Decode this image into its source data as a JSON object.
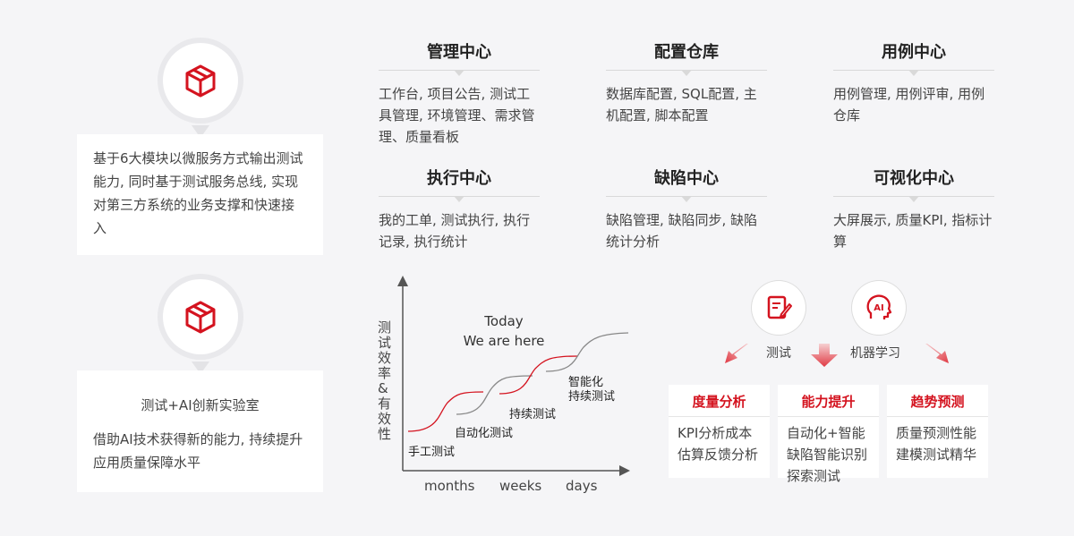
{
  "left": {
    "card1_text": "基于6大模块以微服务方式输出测试能力, 同时基于测试服务总线, 实现对第三方系统的业务支撑和快速接入",
    "card2_title": "测试+AI创新实验室",
    "card2_text": "借助AI技术获得新的能力, 持续提升应用质量保障水平",
    "icon": "cube-icon",
    "accent": "#d4131f"
  },
  "modules": [
    {
      "title": "管理中心",
      "desc": "工作台, 项目公告, 测试工具管理, 环境管理、需求管理、质量看板"
    },
    {
      "title": "配置仓库",
      "desc": "数据库配置, SQL配置, 主机配置, 脚本配置"
    },
    {
      "title": "用例中心",
      "desc": "用例管理, 用例评审, 用例仓库"
    },
    {
      "title": "执行中心",
      "desc": "我的工单, 测试执行, 执行记录, 执行统计"
    },
    {
      "title": "缺陷中心",
      "desc": "缺陷管理, 缺陷同步, 缺陷统计分析"
    },
    {
      "title": "可视化中心",
      "desc": "大屏展示, 质量KPI, 指标计算"
    }
  ],
  "chart": {
    "ylabel": "测试效率&有效性",
    "today_line1": "Today",
    "today_line2": "We are here",
    "stages": [
      "手工测试",
      "自动化测试",
      "持续测试",
      "智能化",
      "持续测试"
    ],
    "xticks": [
      "months",
      "weeks",
      "days"
    ]
  },
  "ai": {
    "label_test": "测试",
    "label_ml": "机器学习",
    "icon_test": "edit-document-icon",
    "icon_ml": "ai-head-icon",
    "cards": [
      {
        "title": "度量分析",
        "desc": "KPI分析成本估算反馈分析"
      },
      {
        "title": "能力提升",
        "desc": "自动化+智能缺陷智能识别探索测试"
      },
      {
        "title": "趋势预测",
        "desc": "质量预测性能建模测试精华"
      }
    ]
  }
}
